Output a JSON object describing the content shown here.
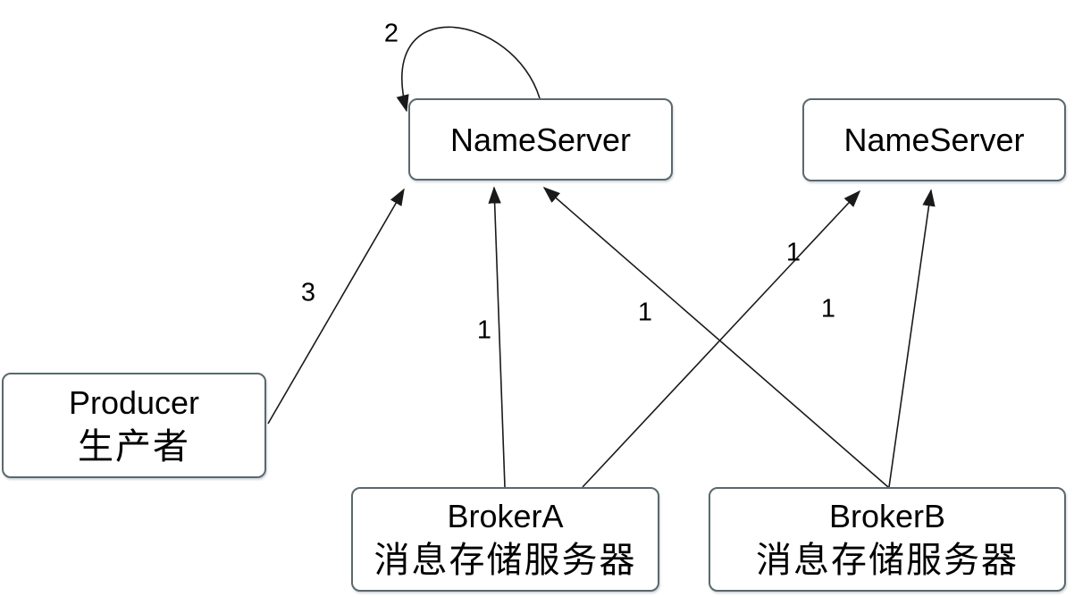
{
  "diagram": {
    "nodes": {
      "nameserver1": {
        "title": "NameServer"
      },
      "nameserver2": {
        "title": "NameServer"
      },
      "producer": {
        "title": "Producer",
        "subtitle": "生产者"
      },
      "brokerA": {
        "title": "BrokerA",
        "subtitle": "消息存储服务器"
      },
      "brokerB": {
        "title": "BrokerB",
        "subtitle": "消息存储服务器"
      }
    },
    "edge_labels": {
      "ns1_self_loop": "2",
      "producer_to_ns1": "3",
      "brokerA_to_ns1": "1",
      "brokerA_to_ns2": "1",
      "brokerB_to_ns1": "1",
      "brokerB_to_ns2": "1"
    },
    "colors": {
      "background": "#ffffff",
      "line": "#1a1a1a",
      "box_border": "#5b686c",
      "text": "#000000"
    }
  }
}
